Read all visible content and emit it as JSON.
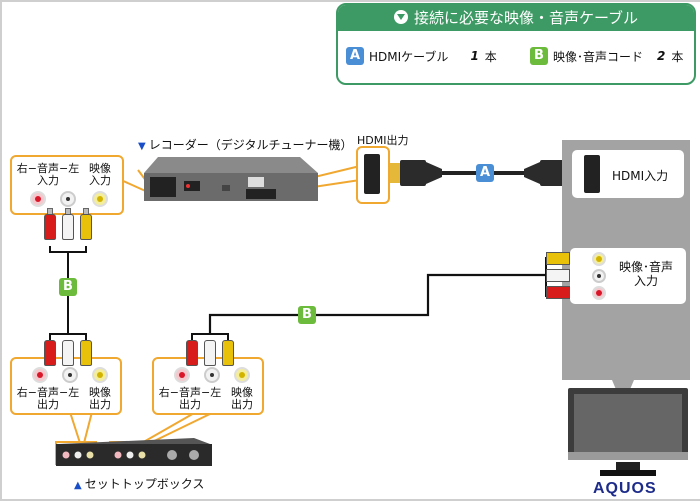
{
  "legend": {
    "title": "接続に必要な映像・音声ケーブル",
    "items": [
      {
        "badge": "A",
        "name": "HDMIケーブル",
        "count": "1",
        "unit": "本",
        "color": "#4a8fd6"
      },
      {
        "badge": "B",
        "name": "映像･音声コード",
        "count": "2",
        "unit": "本",
        "color": "#6cbb3c"
      }
    ]
  },
  "recorder": {
    "title": "レコーダー（デジタルチューナー機）",
    "audio_in_label": "右−音声−左\n入力",
    "video_in_label": "映像\n入力",
    "hdmi_out_label": "HDMI出力"
  },
  "cables": {
    "hdmi_badge": "A",
    "av_badge_1": "B",
    "av_badge_2": "B"
  },
  "tv": {
    "hdmi_in_label": "HDMI入力",
    "av_in_label": "映像･音声\n入力",
    "brand": "AQUOS"
  },
  "settop": {
    "title": "セットトップボックス",
    "out1_audio_label": "右−音声−左\n出力",
    "out1_video_label": "映像\n出力",
    "out2_audio_label": "右−音声−左\n出力",
    "out2_video_label": "映像\n出力"
  },
  "colors": {
    "legend_green": "#3d9a64",
    "callout_orange": "#f0a830",
    "tv_gray": "#a3a3a3",
    "brand_blue": "#1d2c8a"
  }
}
